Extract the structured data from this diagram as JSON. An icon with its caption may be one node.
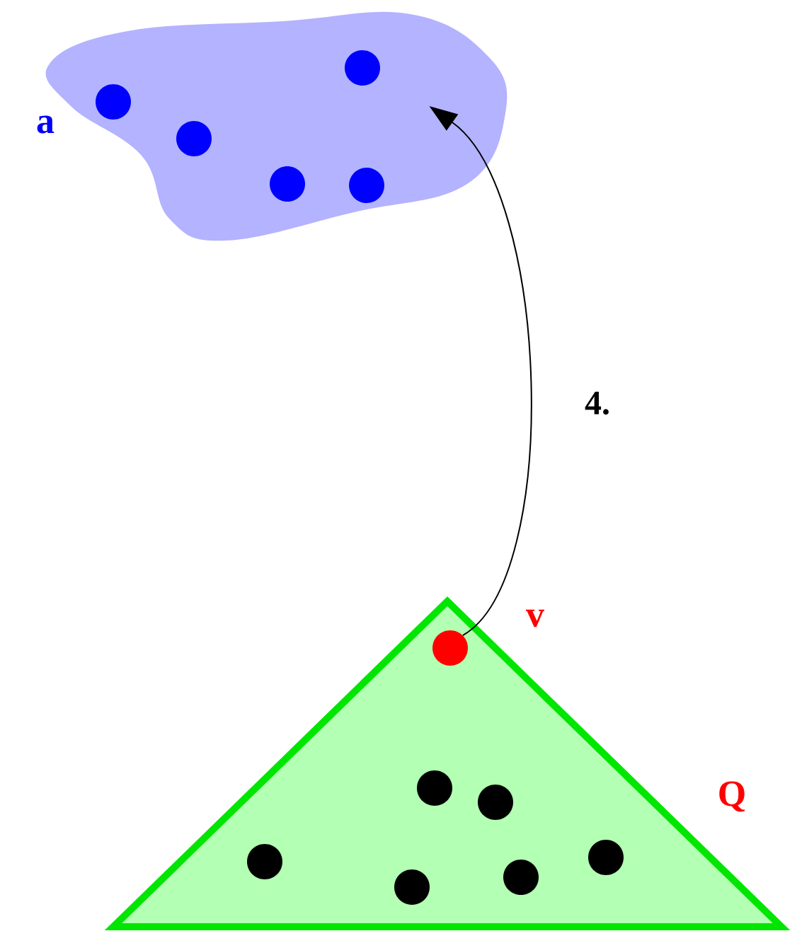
{
  "diagram": {
    "nodes": [
      {
        "text": [
          "a"
        ]
      },
      {
        "text": [],
        "shape": "circle",
        "in": 0
      },
      {
        "text": [],
        "shape": "circle",
        "in": 0
      },
      {
        "text": [],
        "shape": "circle",
        "in": 0
      },
      {
        "text": [],
        "shape": "circle",
        "in": 0
      },
      {
        "text": [],
        "shape": "circle",
        "in": 0
      },
      {
        "text": [
          "Q"
        ]
      },
      {
        "text": [
          "v"
        ],
        "in": 6
      },
      {
        "text": [],
        "shape": "circle",
        "in": 6
      },
      {
        "text": [],
        "shape": "circle",
        "in": 6
      },
      {
        "text": [],
        "shape": "circle",
        "in": 6
      },
      {
        "text": [],
        "shape": "circle",
        "in": 6
      },
      {
        "text": [],
        "shape": "circle",
        "in": 6
      },
      {
        "text": [],
        "shape": "circle",
        "in": 6
      }
    ],
    "edges": [
      {
        "from": 7,
        "to": 0,
        "arrow": "to",
        "label": "4."
      }
    ]
  }
}
